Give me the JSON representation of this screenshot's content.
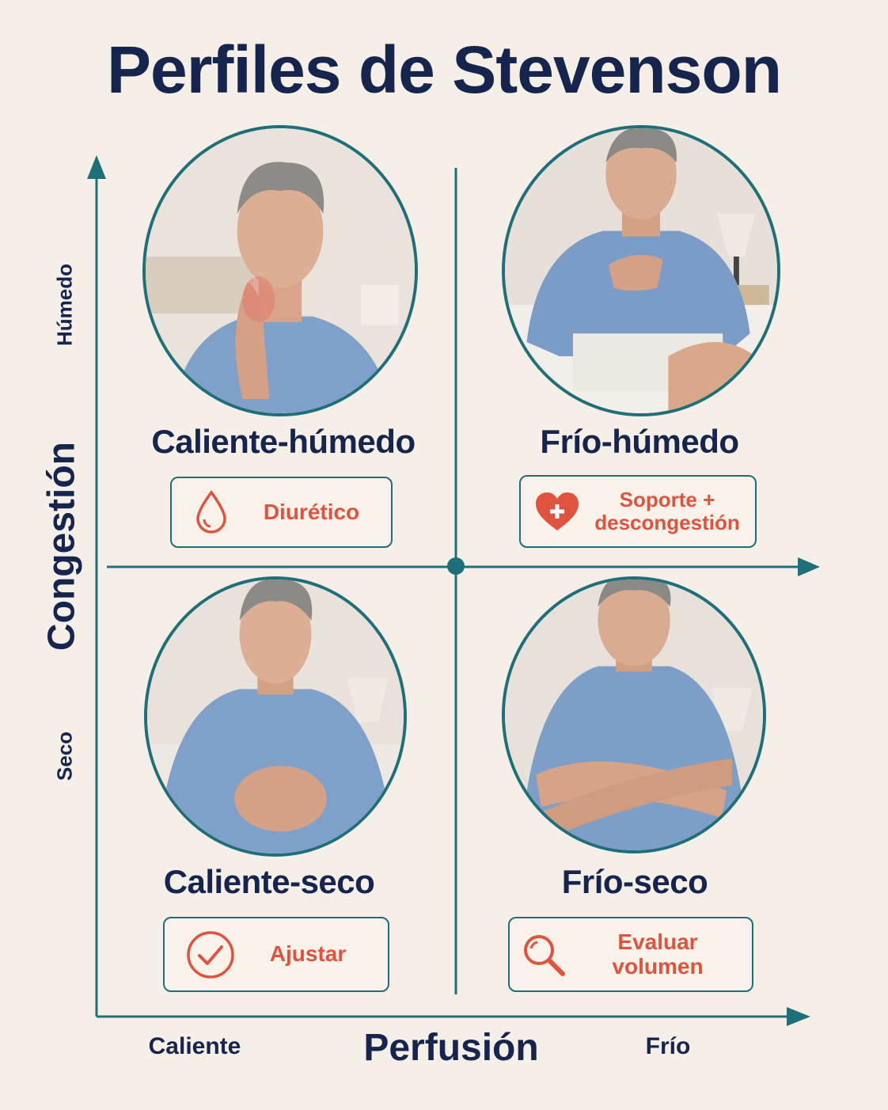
{
  "title": "Perfiles de Stevenson",
  "axes": {
    "y_label": "Congestión",
    "y_high": "Húmedo",
    "y_low": "Seco",
    "x_label": "Perfusión",
    "x_low": "Caliente",
    "x_high": "Frío"
  },
  "quadrants": [
    {
      "title": "Caliente-húmedo",
      "action": "Diurético",
      "icon": "droplet-icon"
    },
    {
      "title": "Frío-húmedo",
      "action_line1": "Soporte +",
      "action_line2": "descongestión",
      "icon": "heart-plus-icon"
    },
    {
      "title": "Caliente-seco",
      "action": "Ajustar",
      "icon": "check-circle-icon"
    },
    {
      "title": "Frío-seco",
      "action": "Evaluar volumen",
      "icon": "magnifier-icon"
    }
  ],
  "colors": {
    "navy": "#15254d",
    "teal": "#1e6f7a",
    "coral": "#e0533f",
    "background": "#f6efe7"
  }
}
